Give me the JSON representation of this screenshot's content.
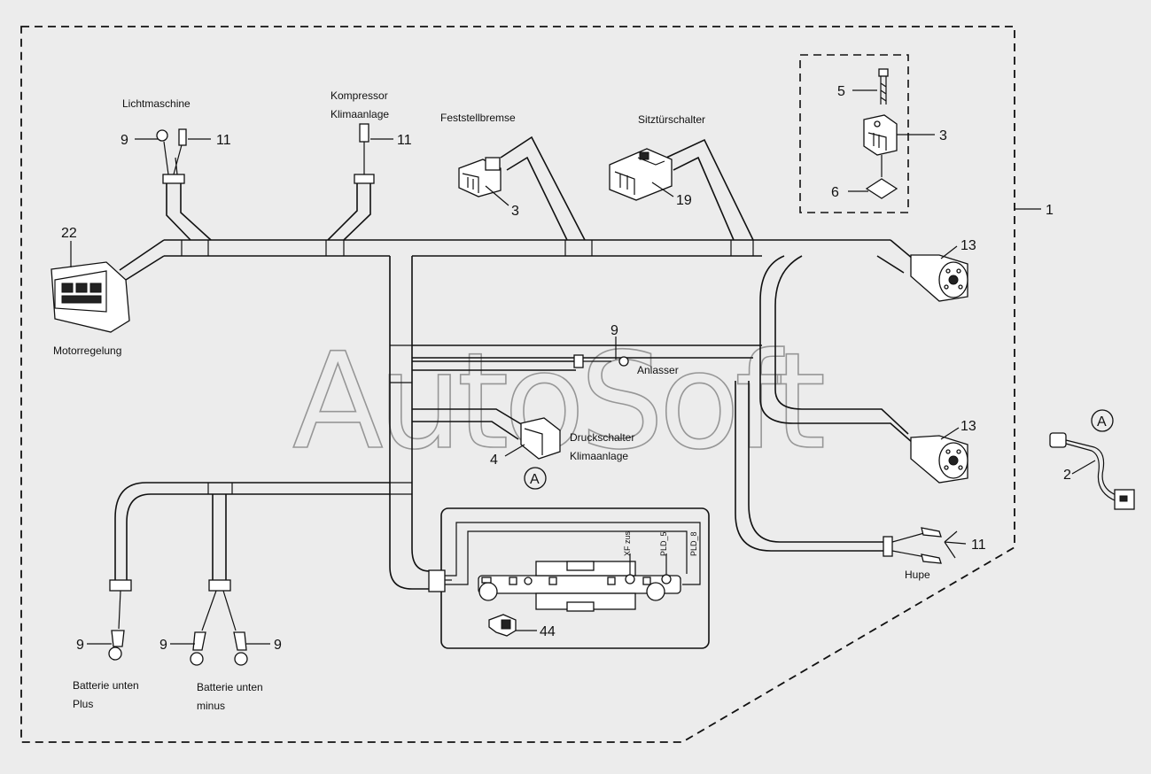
{
  "watermark": "AutoSoft",
  "labels": {
    "lichtmaschine": "Lichtmaschine",
    "kompressor": "Kompressor",
    "klimaanlage1": "Klimaanlage",
    "feststellbremse": "Feststellbremse",
    "sitztuerschalter": "Sitztürschalter",
    "motorregelung": "Motorregelung",
    "anlasser": "Anlasser",
    "druckschalter": "Druckschalter",
    "klimaanlage2": "Klimaanlage",
    "hupe": "Hupe",
    "batterie_plus_1": "Batterie unten",
    "batterie_plus_2": "Plus",
    "batterie_minus_1": "Batterie unten",
    "batterie_minus_2": "minus",
    "xf_zus": "XF zus",
    "pld5": "PLD_5",
    "pld8": "PLD_8"
  },
  "callouts": {
    "n1": "1",
    "n2": "2",
    "n3a": "3",
    "n3b": "3",
    "n4": "4",
    "n5": "5",
    "n6": "6",
    "n9_licht": "9",
    "n9_anl": "9",
    "n9_plus": "9",
    "n9_minus_l": "9",
    "n9_minus_r": "9",
    "n11_licht": "11",
    "n11_komp": "11",
    "n11_hupe": "11",
    "n13a": "13",
    "n13b": "13",
    "n19": "19",
    "n22": "22",
    "n44": "44",
    "detail_a1": "A",
    "detail_a2": "A"
  },
  "colors": {
    "background": "#ececec",
    "line": "#111111",
    "watermark": "#7a7a7a"
  }
}
